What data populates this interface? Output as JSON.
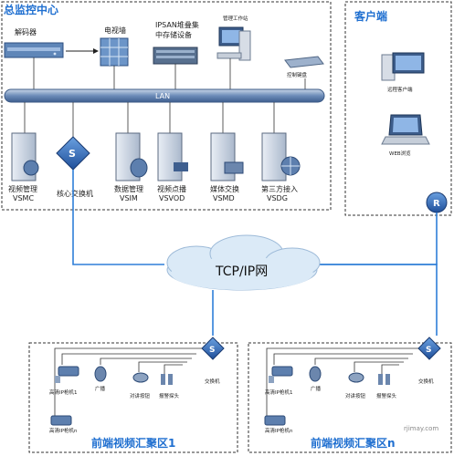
{
  "colors": {
    "accent": "#1f6fd0",
    "link": "#2f7fd8",
    "lan": "#5b7fb0",
    "cloud": "#dbeaf7"
  },
  "center": {
    "title": "总监控中心",
    "decoder": "解码器",
    "video_wall": "电视墙",
    "ipsan": [
      "IPSAN堆叠集",
      "中存储设备"
    ],
    "workstation": "管理工作站",
    "keyboard": "控制键盘",
    "lan": "LAN",
    "servers": [
      {
        "name": "视频管理",
        "code": "VSMC"
      },
      {
        "name": "核心交换机",
        "code": ""
      },
      {
        "name": "数据管理",
        "code": "VSIM"
      },
      {
        "name": "视频点播",
        "code": "VSVOD"
      },
      {
        "name": "媒体交换",
        "code": "VSMD"
      },
      {
        "name": "第三方接入",
        "code": "VSDG"
      }
    ]
  },
  "client": {
    "title": "客户端",
    "remote": "远程客户端",
    "web": "WEB浏览"
  },
  "network": "TCP/IP网",
  "front_left": {
    "title": "前端视频汇聚区1",
    "cam1": "高清IP枪机1",
    "camn": "高清IP枪机n",
    "broadcast": "广播",
    "intercom": "对讲按钮",
    "alarm": "报警探头",
    "switch": "交换机"
  },
  "front_right": {
    "title": "前端视频汇聚区n",
    "cam1": "高清IP枪机1",
    "camn": "高清IP枪机n",
    "broadcast": "广播",
    "intercom": "对讲按钮",
    "alarm": "报警探头",
    "switch": "交换机"
  },
  "watermark": "rjimay.com"
}
